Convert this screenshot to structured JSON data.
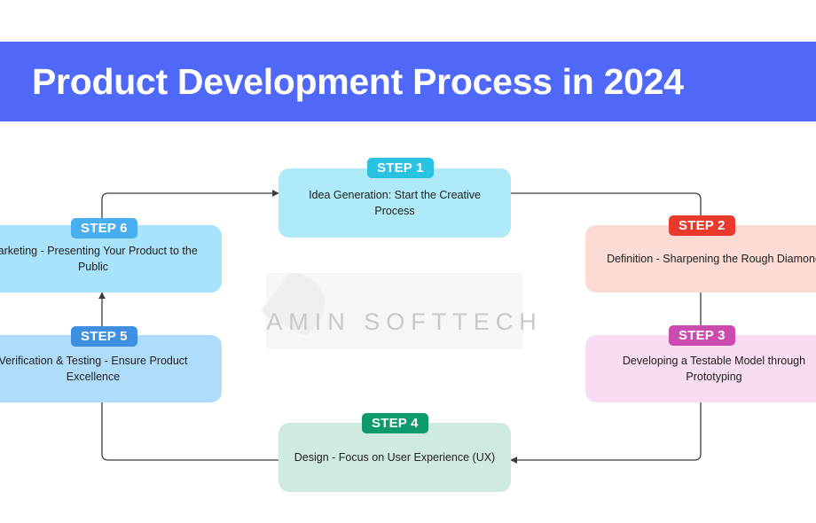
{
  "header": {
    "title": "Product Development Process in 2024",
    "background_color": "#4f68f7",
    "text_color": "#ffffff"
  },
  "watermark": {
    "text": "AMIN SOFTTECH",
    "color": "#c9c9c9"
  },
  "diagram": {
    "type": "cycle-flowchart",
    "step_count": 6,
    "steps": [
      {
        "badge": "STEP 1",
        "text": "Idea Generation: Start the Creative Process",
        "box_color": "#aeeaf7",
        "badge_color": "#29c2e0",
        "position": "top-center"
      },
      {
        "badge": "STEP 2",
        "text": "Definition - Sharpening the Rough Diamond",
        "box_color": "#fbdcd5",
        "badge_color": "#e8392c",
        "position": "right-upper"
      },
      {
        "badge": "STEP 3",
        "text": "Developing a Testable Model through Prototyping",
        "box_color": "#f8dcf0",
        "badge_color": "#cc4bae",
        "position": "right-lower"
      },
      {
        "badge": "STEP 4",
        "text": "Design - Focus on User Experience (UX)",
        "box_color": "#cfeade",
        "badge_color": "#0f9a6e",
        "position": "bottom-center"
      },
      {
        "badge": "STEP 5",
        "text": "Verification & Testing - Ensure Product Excellence",
        "box_color": "#aedcfa",
        "badge_color": "#3f8fe0",
        "position": "left-lower"
      },
      {
        "badge": "STEP 6",
        "text": "Marketing - Presenting Your Product to the Public",
        "box_color": "#a9e3fb",
        "badge_color": "#49aef0",
        "position": "left-upper"
      }
    ],
    "connector_color": "#3b3b3b"
  }
}
